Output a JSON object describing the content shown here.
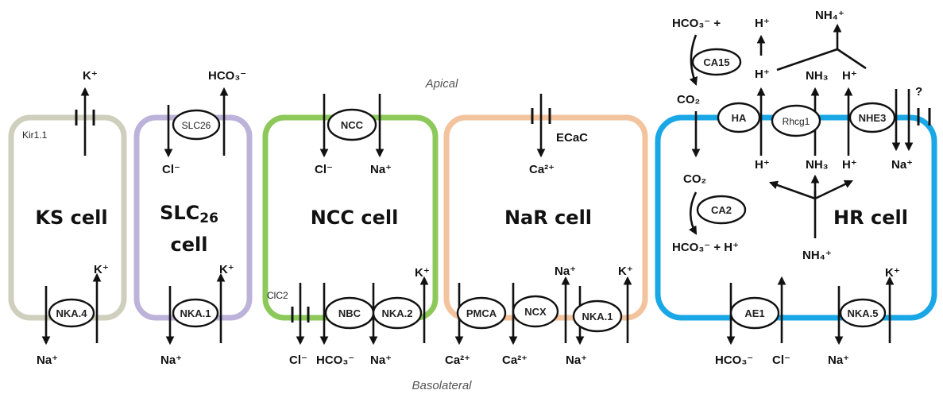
{
  "labels": {
    "apical": "Apical",
    "basolateral": "Basolateral"
  },
  "colors": {
    "ks": "#cfcfbe",
    "slc26": "#bdb3da",
    "ncc": "#8dc95a",
    "nar": "#f3c39e",
    "hr": "#1aa7e6"
  },
  "cells": {
    "ks": {
      "name": "KS cell"
    },
    "slc": {
      "name_main": "SLC",
      "name_sub": "26",
      "name_line2": "cell"
    },
    "ncc": {
      "name": "NCC cell"
    },
    "nar": {
      "name": "NaR cell"
    },
    "hr": {
      "name": "HR cell"
    }
  },
  "transporters": {
    "kir": "Kir1.1",
    "slc26": "SLC26",
    "ncc": "NCC",
    "ecac": "ECaC",
    "ca15": "CA15",
    "ha": "HA",
    "rhcg1": "Rhcg1",
    "nhe3": "NHE3",
    "ca2": "CA2",
    "nka4": "NKA.4",
    "nka1a": "NKA.1",
    "clc2": "ClC2",
    "nbc": "NBC",
    "nka2": "NKA.2",
    "pmca": "PMCA",
    "ncx": "NCX",
    "nka1b": "NKA.1",
    "ae1": "AE1",
    "nka5": "NKA.5"
  },
  "ions": {
    "ks_k_apical": "K⁺",
    "ks_k_baso": "K⁺",
    "ks_na_baso": "Na⁺",
    "slc_hco3": "HCO₃⁻",
    "slc_cl": "Cl⁻",
    "slc_k_baso": "K⁺",
    "slc_na_baso": "Na⁺",
    "ncc_cl": "Cl⁻",
    "ncc_na": "Na⁺",
    "ncc_k_baso": "K⁺",
    "ncc_cl_baso": "Cl⁻",
    "ncc_hco3_baso": "HCO₃⁻",
    "ncc_na_baso": "Na⁺",
    "nar_ca": "Ca²⁺",
    "nar_na_baso": "Na⁺",
    "nar_k_baso": "K⁺",
    "nar_ca_pmca": "Ca²⁺",
    "nar_ca_ncx": "Ca²⁺",
    "nar_na_nka": "Na⁺",
    "hr_hco3_top": "HCO₃⁻  +",
    "hr_h_top": "H⁺",
    "hr_nh4_top": "NH₄⁺",
    "hr_h_mid": "H⁺",
    "hr_nh3_mid": "NH₃",
    "hr_h_mid2": "H⁺",
    "hr_q": "?",
    "hr_co2_a": "CO₂",
    "hr_h_low": "H⁺",
    "hr_nh3_low": "NH₃",
    "hr_h_low2": "H⁺",
    "hr_na_side": "Na⁺",
    "hr_co2_b": "CO₂",
    "hr_hco3_inner": "HCO₃⁻ +  H⁺",
    "hr_nh4_inner": "NH₄⁺",
    "hr_k_baso": "K⁺",
    "hr_hco3_baso": "HCO₃⁻",
    "hr_cl_baso": "Cl⁻",
    "hr_na_baso": "Na⁺"
  }
}
